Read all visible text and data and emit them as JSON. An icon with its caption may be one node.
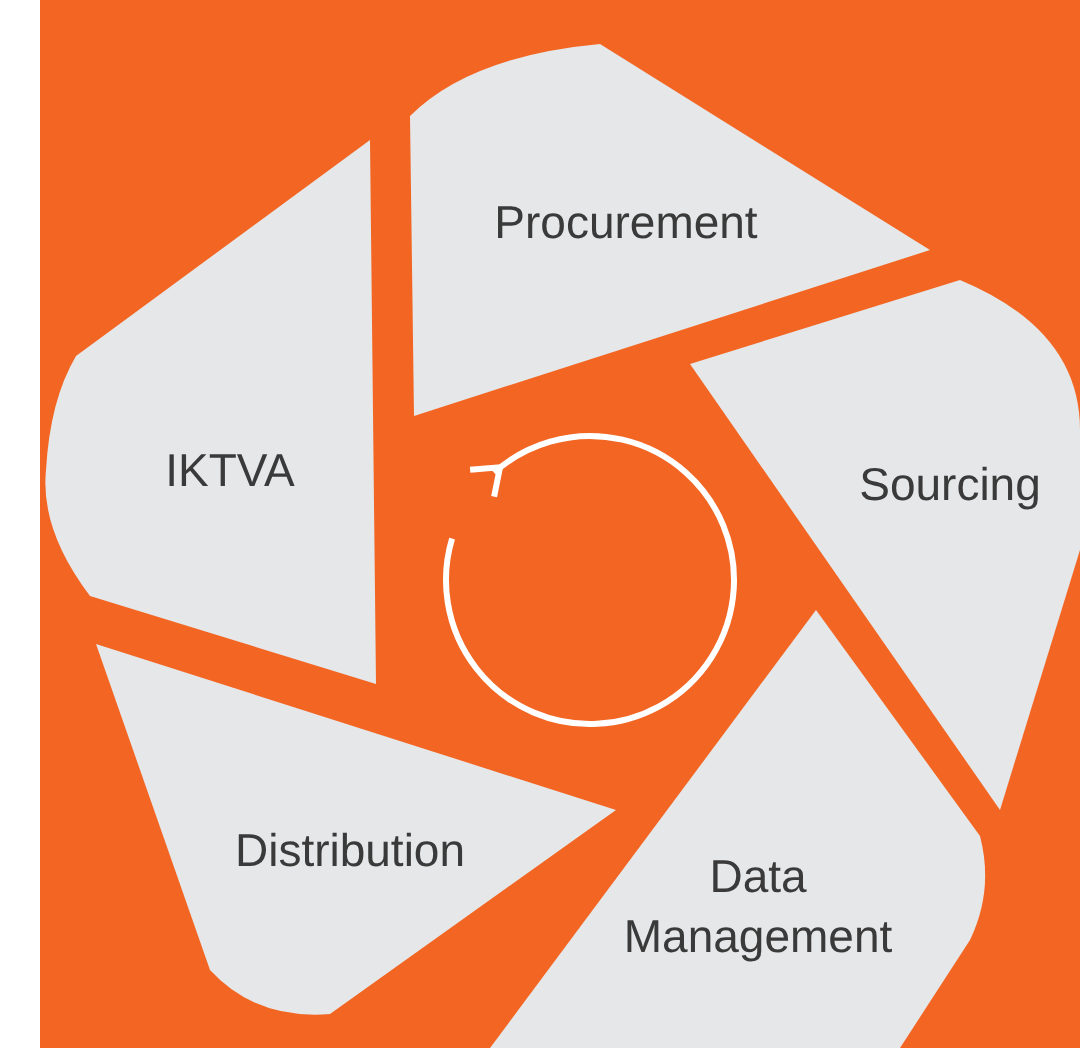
{
  "diagram": {
    "nodes": [
      {
        "text": [
          "Procurement"
        ]
      },
      {
        "text": [
          "Sourcing"
        ]
      },
      {
        "text": [
          "Data Management"
        ]
      },
      {
        "text": [
          "Distribution"
        ]
      },
      {
        "text": [
          "IKTVA"
        ]
      }
    ]
  }
}
